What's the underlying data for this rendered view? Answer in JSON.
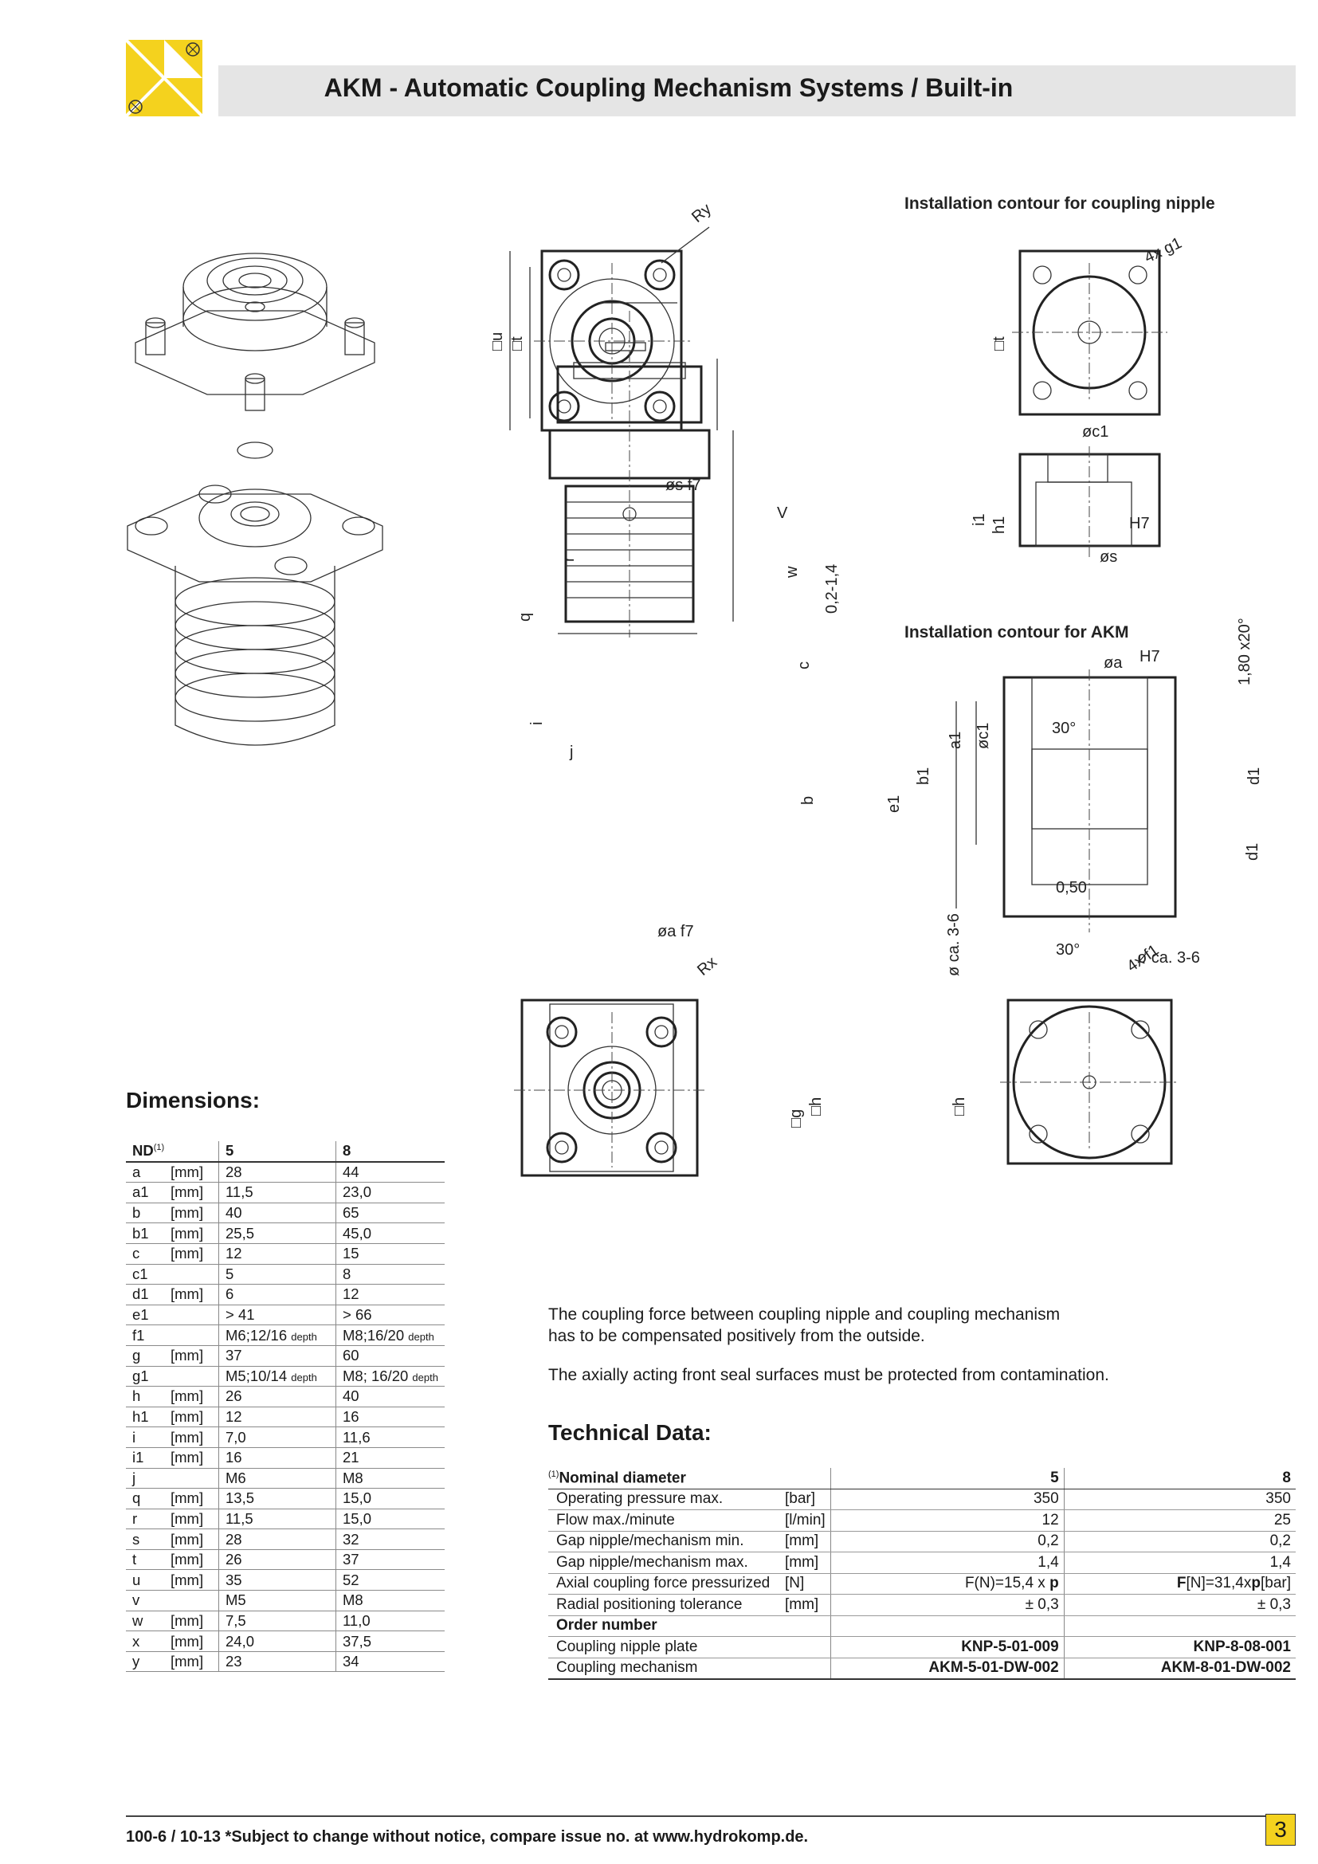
{
  "header": {
    "title": "AKM - Automatic Coupling Mechanism Systems / Built-in",
    "logo_color": "#f4d21e"
  },
  "drawings": {
    "caption_nipple": "Installation contour for coupling nipple",
    "caption_akm": "Installation contour for AKM",
    "labels": {
      "Ry": "Ry",
      "Rx": "Rx",
      "u": "□u",
      "t": "□t",
      "t2": "□t",
      "g": "□g",
      "h": "□h",
      "h2": "□h",
      "g1": "4x g1",
      "f1": "4x f1",
      "sf7": "øs f7",
      "V": "V",
      "r": "r",
      "w": "w",
      "gap": "0,2-1,4",
      "q": "q",
      "c": "c",
      "i": "i",
      "j": "j",
      "b": "b",
      "af7": "øa f7",
      "c1": "øc1",
      "i1": "i1",
      "h1": "h1",
      "H7": "H7",
      "s": "øs",
      "a": "øa",
      "H7b": "H7",
      "chamfer": "1,80 x20°",
      "a1": "a1",
      "c1b": "øc1",
      "b1": "b1",
      "e1": "e1",
      "d1": "d1",
      "d1b": "d1",
      "ang30": "30°",
      "ang30b": "30°",
      "r050": "0,50",
      "oca": "ø ca. 3-6",
      "oca2": "ø ca. 3-6"
    }
  },
  "dimensions": {
    "title": "Dimensions:",
    "header": {
      "nd": "ND",
      "fn": "(1)",
      "unit": "",
      "v5": "5",
      "v8": "8"
    },
    "rows": [
      {
        "sym": "a",
        "unit": "[mm]",
        "v5": "28",
        "v8": "44"
      },
      {
        "sym": "a1",
        "unit": "[mm]",
        "v5": "11,5",
        "v8": "23,0"
      },
      {
        "sym": "b",
        "unit": "[mm]",
        "v5": "40",
        "v8": "65"
      },
      {
        "sym": "b1",
        "unit": "[mm]",
        "v5": "25,5",
        "v8": "45,0"
      },
      {
        "sym": "c",
        "unit": "[mm]",
        "v5": "12",
        "v8": "15"
      },
      {
        "sym": "c1",
        "unit": "",
        "v5": "5",
        "v8": "8"
      },
      {
        "sym": "d1",
        "unit": "[mm]",
        "v5": "6",
        "v8": "12"
      },
      {
        "sym": "e1",
        "unit": "",
        "v5": "> 41",
        "v8": "> 66"
      },
      {
        "sym": "f1",
        "unit": "",
        "v5": "M6;12/16",
        "v5s": "depth",
        "v8": "M8;16/20",
        "v8s": "depth"
      },
      {
        "sym": "g",
        "unit": "[mm]",
        "v5": "37",
        "v8": "60"
      },
      {
        "sym": "g1",
        "unit": "",
        "v5": "M5;10/14",
        "v5s": "depth",
        "v8": "M8; 16/20",
        "v8s": "depth"
      },
      {
        "sym": "h",
        "unit": "[mm]",
        "v5": "26",
        "v8": "40"
      },
      {
        "sym": "h1",
        "unit": "[mm]",
        "v5": "12",
        "v8": "16"
      },
      {
        "sym": "i",
        "unit": "[mm]",
        "v5": "7,0",
        "v8": "11,6"
      },
      {
        "sym": "i1",
        "unit": "[mm]",
        "v5": "16",
        "v8": "21"
      },
      {
        "sym": "j",
        "unit": "",
        "v5": "M6",
        "v8": "M8"
      },
      {
        "sym": "q",
        "unit": "[mm]",
        "v5": "13,5",
        "v8": "15,0"
      },
      {
        "sym": "r",
        "unit": "[mm]",
        "v5": "11,5",
        "v8": "15,0"
      },
      {
        "sym": "s",
        "unit": "[mm]",
        "v5": "28",
        "v8": "32"
      },
      {
        "sym": "t",
        "unit": "[mm]",
        "v5": "26",
        "v8": "37"
      },
      {
        "sym": "u",
        "unit": "[mm]",
        "v5": "35",
        "v8": "52"
      },
      {
        "sym": "v",
        "unit": "",
        "v5": "M5",
        "v8": "M8"
      },
      {
        "sym": "w",
        "unit": "[mm]",
        "v5": "7,5",
        "v8": "11,0"
      },
      {
        "sym": "x",
        "unit": "[mm]",
        "v5": "24,0",
        "v8": "37,5"
      },
      {
        "sym": "y",
        "unit": "[mm]",
        "v5": "23",
        "v8": "34"
      }
    ]
  },
  "notes": {
    "p1_l1": "The coupling force between coupling nipple and coupling mechanism",
    "p1_l2": "has to be compensated positively from the outside.",
    "p2": "The axially acting front seal surfaces must be protected from contamination."
  },
  "technical": {
    "title": "Technical Data:",
    "fn": "(1)",
    "header": {
      "label": "Nominal diameter",
      "v5": "5",
      "v8": "8"
    },
    "rows": [
      {
        "label": "Operating pressure max.",
        "unit": "[bar]",
        "v5": "350",
        "v8": "350"
      },
      {
        "label": "Flow max./minute",
        "unit": "[l/min]",
        "v5": "12",
        "v8": "25"
      },
      {
        "label": "Gap nipple/mechanism min.",
        "unit": "[mm]",
        "v5": "0,2",
        "v8": "0,2"
      },
      {
        "label": "Gap nipple/mechanism max.",
        "unit": "[mm]",
        "v5": "1,4",
        "v8": "1,4"
      },
      {
        "label": "Axial coupling force pressurized",
        "unit": "[N]",
        "v5": "F(N)=15,4 x ",
        "v5b": "p",
        "v8a": "F",
        "v8": "[N]=31,4x",
        "v8b": "p",
        "v8c": "[bar]"
      },
      {
        "label": "Radial positioning tolerance",
        "unit": "[mm]",
        "v5": "± 0,3",
        "v8": "± 0,3"
      }
    ],
    "order_label": "Order number",
    "order_rows": [
      {
        "label": "Coupling nipple plate",
        "v5": "KNP-5-01-009",
        "v8": "KNP-8-08-001"
      },
      {
        "label": "Coupling mechanism",
        "v5": "AKM-5-01-DW-002",
        "v8": "AKM-8-01-DW-002"
      }
    ]
  },
  "footer": {
    "text": "100-6 / 10-13  *Subject to change without notice, compare issue no. at www.hydrokomp.de.",
    "page": "3"
  }
}
